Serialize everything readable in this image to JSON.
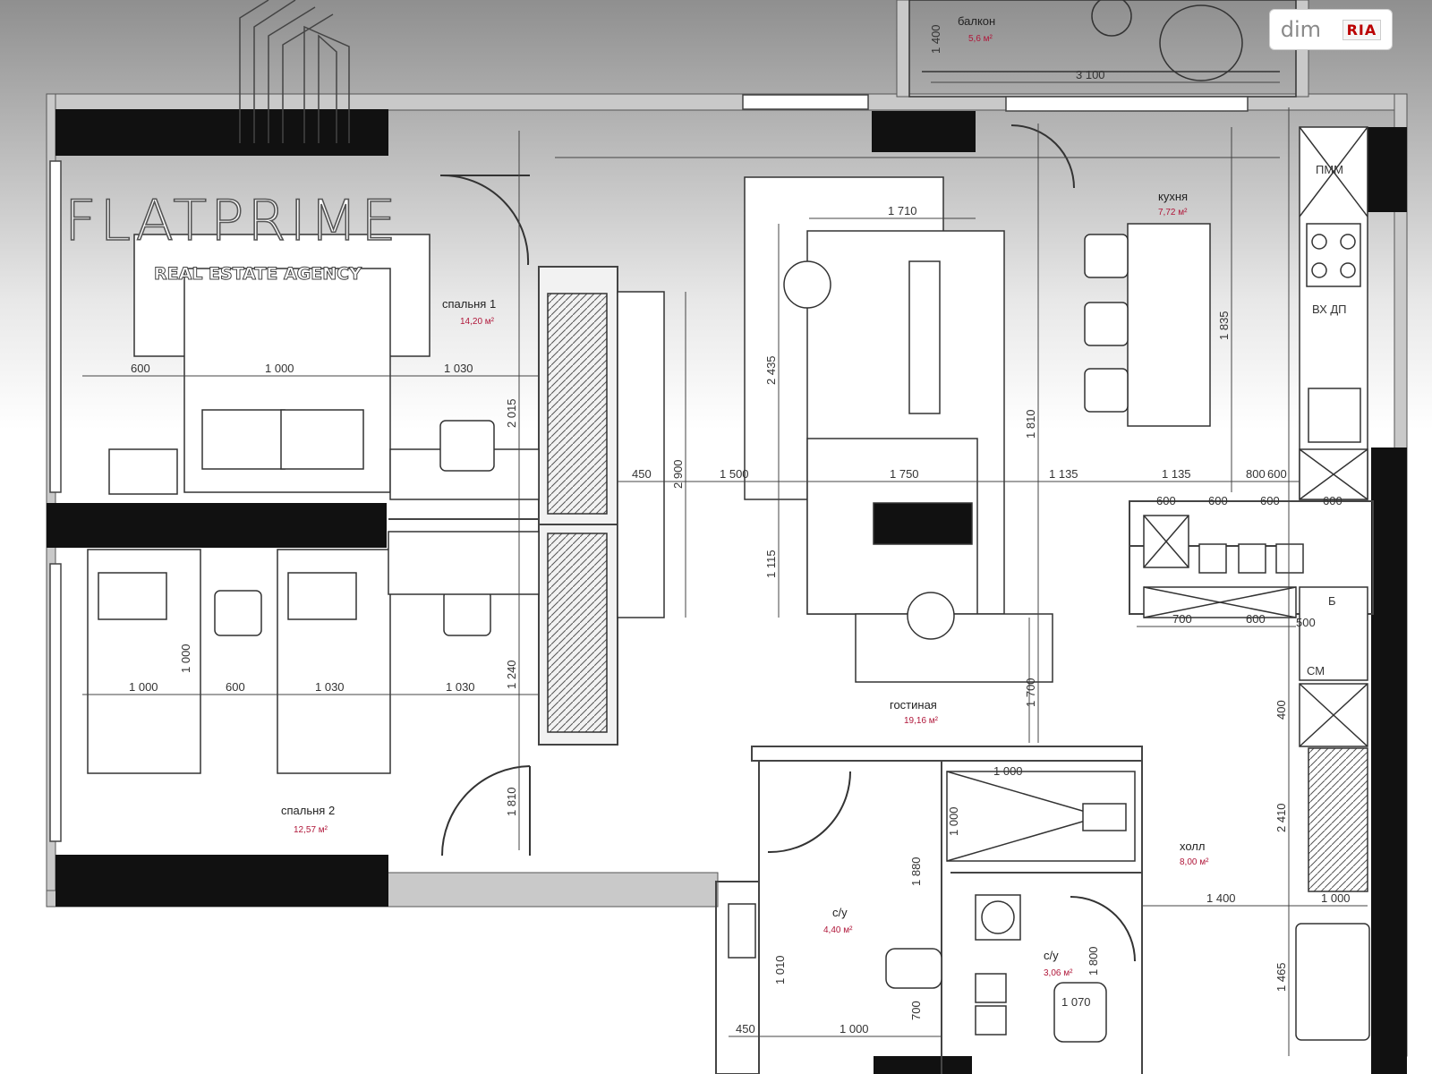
{
  "watermark": {
    "brand": "FLATPRIME",
    "tagline": "REAL ESTATE AGENCY"
  },
  "badge": {
    "left": "dim",
    "right": "RIA"
  },
  "rooms": {
    "balcony": {
      "name": "балкон",
      "area": "5,6 м²"
    },
    "kitchen": {
      "name": "кухня",
      "area": "7,72 м²"
    },
    "bedroom1": {
      "name": "спальня 1",
      "area": "14,20 м²"
    },
    "bedroom2": {
      "name": "спальня 2",
      "area": "12,57 м²"
    },
    "living": {
      "name": "гостиная",
      "area": "19,16 м²"
    },
    "hall": {
      "name": "холл",
      "area": "8,00 м²"
    },
    "wc": {
      "name": "с/у",
      "area": "4,40 м²"
    },
    "bath": {
      "name": "с/у",
      "area": "3,06 м²"
    }
  },
  "fixtures": {
    "dishwasher": "ПММ",
    "oven": "ВХ ДП",
    "boiler": "Б",
    "washer": "СМ"
  },
  "dimensions": {
    "d1": "1 400",
    "d2": "3 100",
    "d3": "1 710",
    "d4": "2 435",
    "d5": "1 835",
    "d6": "1 000",
    "d7": "1 030",
    "d8": "1 030",
    "d9": "600",
    "d10": "2 015",
    "d11": "2 900",
    "d12": "450",
    "d13": "1 500",
    "d14": "1 750",
    "d15": "1 135",
    "d16": "1 115",
    "d17": "1 240",
    "d18": "1 700",
    "d19": "1 000",
    "d20": "600",
    "d21": "1 030",
    "d22": "1 000",
    "d23": "1 810",
    "d24": "1 000",
    "d25": "1 810",
    "d26": "1 400",
    "d27": "1 000",
    "d28": "1 070",
    "d29": "700",
    "d30": "600",
    "d31": "2 410",
    "d32": "1 135",
    "d33": "800",
    "d34": "600",
    "d35": "600",
    "d36": "400",
    "d37": "1 000",
    "d38": "600",
    "d39": "450",
    "d40": "1 880",
    "d41": "500",
    "d42": "600",
    "d43": "600",
    "d44": "2 410",
    "d45": "1 465",
    "d46": "1 000",
    "d47": "1 800",
    "d48": "700",
    "d49": "1 010",
    "d50": "1 000"
  }
}
